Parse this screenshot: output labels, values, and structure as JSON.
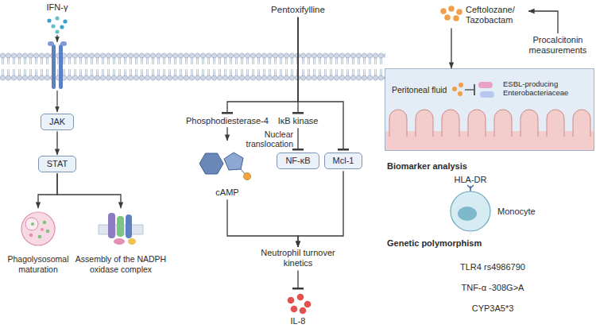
{
  "diagram": {
    "nodes": [
      {
        "text": [
          "JAK"
        ]
      },
      {
        "text": [
          "STAT"
        ]
      },
      {
        "text": [
          "Phagolysosomal maturation"
        ]
      },
      {
        "text": [
          "Assembly of the NADPH oxidase complex"
        ]
      },
      {
        "text": [
          "Pentoxifylline"
        ]
      },
      {
        "text": [
          "Phosphodiesterase-4"
        ]
      },
      {
        "text": [
          "IκB kinase"
        ]
      },
      {
        "text": [
          "NF-κB"
        ]
      },
      {
        "text": [
          "Mcl-1"
        ]
      },
      {
        "text": [
          "cAMP"
        ]
      },
      {
        "text": [
          "Neutrophil turnover kinetics"
        ]
      },
      {
        "text": [
          "IL-8"
        ]
      },
      {
        "text": [
          "Ceftolozane/ Tazobactam"
        ]
      },
      {
        "text": [
          "Procalcitonin measurements"
        ]
      },
      {
        "text": [
          "Peritoneal fluid",
          "ESBL-producing Enterobacteriaceae"
        ]
      }
    ],
    "edges": [
      {
        "from": 0,
        "to": 1,
        "arrow": "to"
      },
      {
        "from": 1,
        "to": 2,
        "arrow": "to"
      },
      {
        "from": 1,
        "to": 3,
        "arrow": "to"
      },
      {
        "from": 4,
        "to": 5,
        "arrow": "to"
      },
      {
        "from": 4,
        "to": 6,
        "arrow": "to"
      },
      {
        "from": 4,
        "to": 8,
        "arrow": "to"
      },
      {
        "from": 5,
        "to": 9,
        "arrow": "to"
      },
      {
        "from": 6,
        "to": 7,
        "label": "Nuclear translocation",
        "arrow": "to"
      },
      {
        "from": 9,
        "to": 10,
        "arrow": "to"
      },
      {
        "from": 8,
        "to": 10,
        "arrow": "to"
      },
      {
        "from": 10,
        "to": 11,
        "arrow": "to"
      },
      {
        "from": 13,
        "to": 12,
        "arrow": "to"
      },
      {
        "from": 12,
        "to": 14,
        "arrow": "to"
      }
    ],
    "labels": [
      "IFN-γ",
      "Biomarker analysis",
      "HLA-DR",
      "Monocyte",
      "Genetic polymorphism",
      "TLR4 rs4986790",
      "TNF-α -308G>A",
      "CYP3A5*3"
    ]
  }
}
